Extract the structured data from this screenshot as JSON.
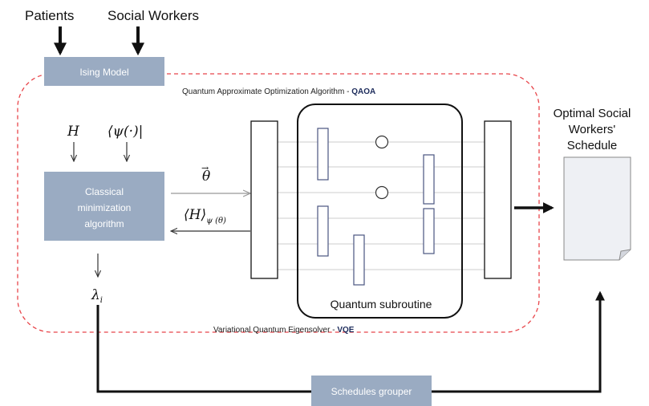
{
  "inputs": {
    "patients": "Patients",
    "social_workers": "Social Workers"
  },
  "ising_model": "Ising Model",
  "qaoa": {
    "prefix": "Quantum Approximate Optimization Algorithm - ",
    "abbr": "QAOA"
  },
  "vqe": {
    "prefix": "Variational Quantum Eigensolver - ",
    "abbr": "VQE"
  },
  "symbols": {
    "hamiltonian": "H",
    "psi_bra": "⟨ψ(·)|",
    "theta": "θ",
    "theta_arrow": "→",
    "expectation": "⟨H⟩",
    "expectation_sub": "ψ (θ)",
    "lambda": "λ",
    "lambda_sub": "i"
  },
  "classical_box": {
    "line1": "Classical",
    "line2": "minimization",
    "line3": "algorithm"
  },
  "quantum_subroutine": "Quantum subroutine",
  "output": {
    "line1": "Optimal Social",
    "line2": "Workers'",
    "line3": "Schedule"
  },
  "schedules_grouper": "Schedules grouper",
  "colors": {
    "box_fill": "#9aabc2",
    "dashed_border": "#e8454a",
    "qaoa_vqe_abbr": "#1b2a5a",
    "arrow": "#111111",
    "faint_line": "#cccccc"
  }
}
